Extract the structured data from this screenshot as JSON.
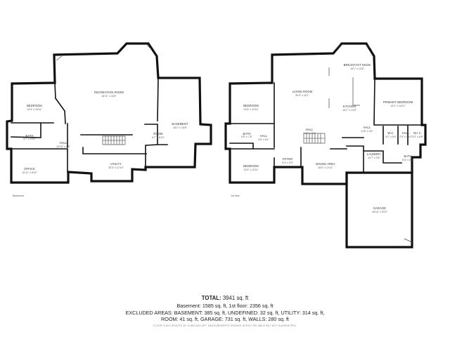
{
  "floors": {
    "basement_label": "Basement",
    "first_label": "1st floor"
  },
  "rooms": {
    "bedroom_b": {
      "name": "BEDROOM",
      "dim": "13'4\" x 15'11\""
    },
    "recreation": {
      "name": "RECREATION ROOM",
      "dim": "18'11\" x 34'3\""
    },
    "bath_b": {
      "name": "BATH",
      "dim": "5'7\" x 9'10\""
    },
    "hall_b": {
      "name": "HALL",
      "dim": "12'10\" x 4'9\""
    },
    "room_b": {
      "name": "ROOM",
      "dim": "6'7\" x 6'10\""
    },
    "basement_b": {
      "name": "BASEMENT",
      "dim": "18'2\" x 15'8\""
    },
    "office_b": {
      "name": "OFFICE",
      "dim": "10'11\" x 9'10\""
    },
    "utility_b": {
      "name": "UTILITY",
      "dim": "30'3\" x 12'10\""
    },
    "breakfast": {
      "name": "BREAKFAST NOOK",
      "dim": "15'1\" x 13'6\""
    },
    "living": {
      "name": "LIVING ROOM",
      "dim": "20'0\" x 20'1\""
    },
    "bedroom_1": {
      "name": "BEDROOM",
      "dim": "13'0\" x 13'11\""
    },
    "kitchen": {
      "name": "KITCHEN",
      "dim": "15'1\" x 13'5\""
    },
    "primary": {
      "name": "PRIMARY BEDROOM",
      "dim": "13'2\" x 14'11\""
    },
    "bath_1": {
      "name": "BATH",
      "dim": "6'5\" x 7'6\""
    },
    "hall_1a": {
      "name": "HALL",
      "dim": "5'6\" x 6'1\""
    },
    "hall_1b": {
      "name": "HALL",
      "dim": "24'8\" x 3'2\""
    },
    "hall_1c": {
      "name": "HALL",
      "dim": "11'5\" x 4'4\""
    },
    "wc": {
      "name": "W.C.",
      "dim": "4'1\" x 5'4\""
    },
    "hall_1d": {
      "name": "HALL",
      "dim": "2'9\" x 7'10\""
    },
    "wic": {
      "name": "W.I.C.",
      "dim": "5'3\" x 6'8\""
    },
    "bedroom_2": {
      "name": "BEDROOM",
      "dim": "13'0\" x 13'11\""
    },
    "foyer": {
      "name": "FOYER",
      "dim": "9'4\" x 9'3\""
    },
    "dining": {
      "name": "DINING AREA",
      "dim": "16'0\" x 12'11\""
    },
    "laundry": {
      "name": "LAUNDRY",
      "dim": "10'7\" x 9'6\""
    },
    "bath_2": {
      "name": "BATH",
      "dim": "8'4\" x 5'0\""
    },
    "garage": {
      "name": "GARAGE",
      "dim": "26'10\" x 29'0\""
    }
  },
  "summary": {
    "total_label": "TOTAL:",
    "total_value": "3941 sq. ft",
    "line1": "Basement: 1585 sq. ft, 1st floor: 2356 sq. ft",
    "line2": "EXCLUDED AREAS: BASEMENT: 385 sq. ft, UNDEFINED: 32 sq. ft, UTILITY: 314 sq. ft,",
    "line3": "ROOM: 41 sq. ft, GARAGE: 731 sq. ft, WALLS: 280 sq. ft",
    "disclaimer": "FLOOR PLAN CREATED BY CUBICASA APP. MEASUREMENTS DEEMED HIGHLY RELIABLE BUT NOT GUARANTEED."
  }
}
